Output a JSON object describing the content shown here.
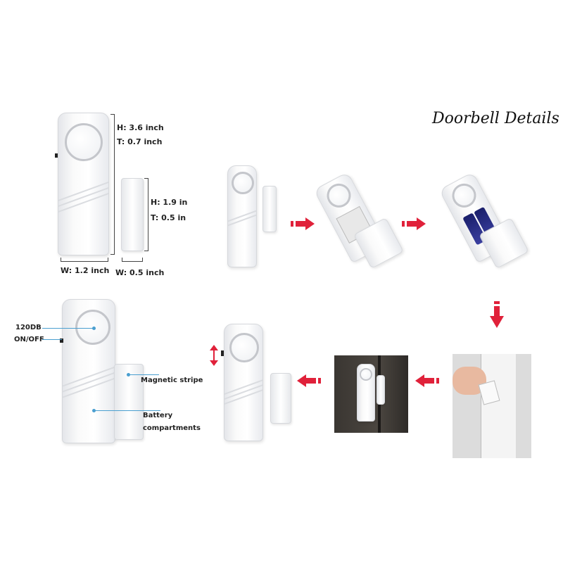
{
  "title": "Doorbell Details",
  "dimensions": {
    "main_height": "H: 3.6 inch",
    "main_thickness": "T: 0.7 inch",
    "main_width": "W: 1.2 inch",
    "magnet_height": "H: 1.9 in",
    "magnet_thickness": "T: 0.5 in",
    "magnet_width": "W: 0.5 inch"
  },
  "callouts": {
    "speaker": "120DB",
    "switch": "ON/OFF",
    "magnet": "Magnetic stripe",
    "battery_line1": "Battery",
    "battery_line2": "compartments"
  },
  "colors": {
    "arrow": "#e0213a",
    "pointer": "#4a9fd0"
  },
  "icons": [
    "arrow-right-icon",
    "arrow-down-icon",
    "arrow-left-icon",
    "up-down-arrow-icon"
  ]
}
